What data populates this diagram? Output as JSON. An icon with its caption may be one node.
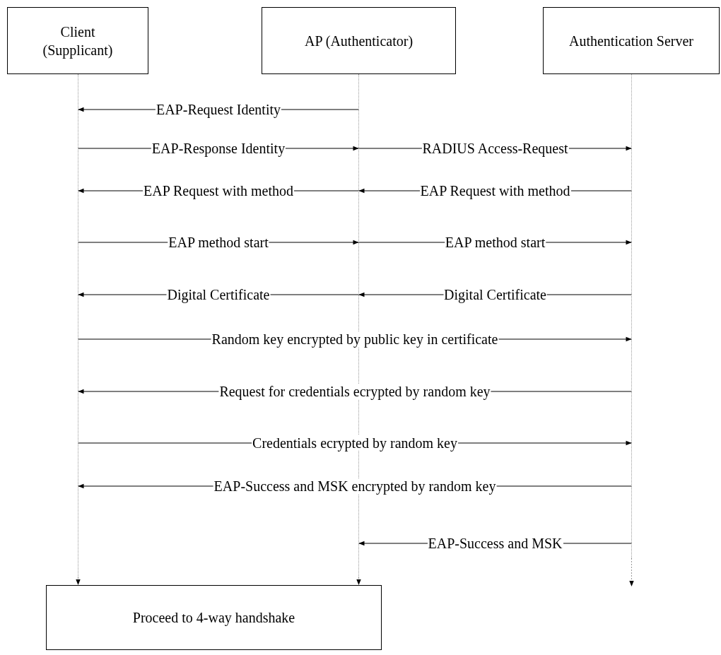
{
  "diagram": {
    "nodes": [
      {
        "text": [
          "Client (Supplicant)"
        ]
      },
      {
        "text": [
          "AP (Authenticator)"
        ]
      },
      {
        "text": [
          "Authentication Server"
        ]
      },
      {
        "text": [],
        "shape": "line"
      },
      {
        "text": [],
        "shape": "line"
      },
      {
        "text": [],
        "shape": "line"
      },
      {
        "text": [
          "Proceed to 4-way handshake"
        ]
      }
    ],
    "edges": [
      {
        "from": 4,
        "to": 3,
        "arrow": "to",
        "label": "EAP-Request Identity"
      },
      {
        "from": 3,
        "to": 4,
        "arrow": "to",
        "label": "EAP-Response Identity"
      },
      {
        "from": 4,
        "to": 5,
        "arrow": "to",
        "label": "RADIUS Access-Request"
      },
      {
        "from": 4,
        "to": 3,
        "arrow": "to",
        "label": "EAP Request with method"
      },
      {
        "from": 5,
        "to": 4,
        "arrow": "to",
        "label": "EAP Request with method"
      },
      {
        "from": 3,
        "to": 4,
        "arrow": "to",
        "label": "EAP method start"
      },
      {
        "from": 4,
        "to": 5,
        "arrow": "to",
        "label": "EAP method start"
      },
      {
        "from": 4,
        "to": 3,
        "arrow": "to",
        "label": "Digital Certificate"
      },
      {
        "from": 5,
        "to": 4,
        "arrow": "to",
        "label": "Digital Certificate"
      },
      {
        "from": 3,
        "to": 5,
        "arrow": "to",
        "label": "Random key encrypted by public key in certificate"
      },
      {
        "from": 5,
        "to": 3,
        "arrow": "to",
        "label": "Request for credentials ecrypted by random key"
      },
      {
        "from": 3,
        "to": 5,
        "arrow": "to",
        "label": "Credentials ecrypted by random key"
      },
      {
        "from": 5,
        "to": 3,
        "arrow": "to",
        "label": "EAP-Success and MSK encrypted by random key"
      },
      {
        "from": 5,
        "to": 4,
        "arrow": "to",
        "label": "EAP-Success and MSK"
      },
      {
        "from": 3,
        "to": 6,
        "arrow": "to",
        "style": "dashed",
        "color": "#999999"
      },
      {
        "from": 4,
        "to": 6,
        "arrow": "to",
        "style": "dashed",
        "color": "#999999"
      },
      {
        "from": 5,
        "to": null,
        "arrow": "to",
        "style": "dashed",
        "color": "#999999"
      }
    ]
  }
}
